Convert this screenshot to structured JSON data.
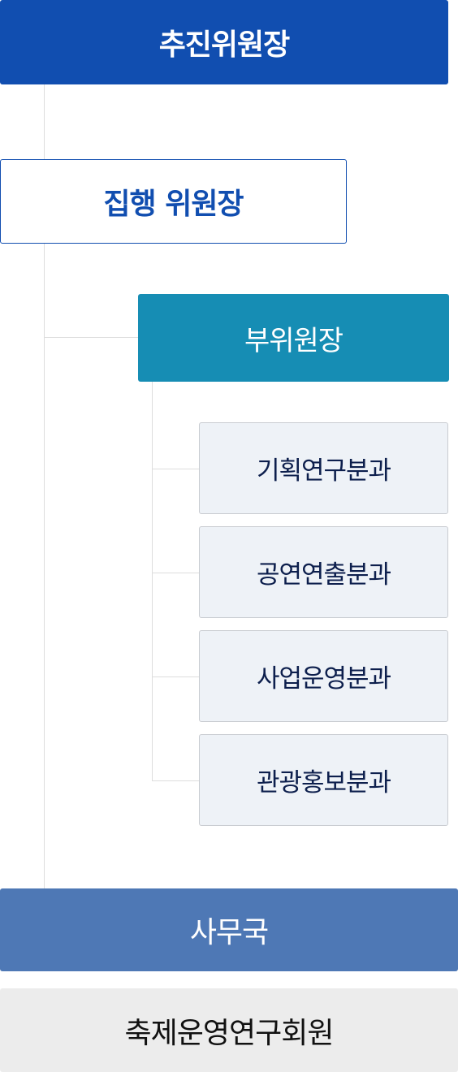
{
  "org": {
    "chairman": "추진위원장",
    "executive_chairman": "집행 위원장",
    "vice_chairman": "부위원장",
    "subcommittees": [
      "기획연구분과",
      "공연연출분과",
      "사업운영분과",
      "관광홍보분과"
    ],
    "secretariat": "사무국",
    "research_organization": "축제운영연구회원"
  },
  "colors": {
    "chairman_bg": "#114eb0",
    "executive_border": "#114eb0",
    "vice_chairman_bg": "#168db4",
    "subcommittee_bg": "#eef2f7",
    "secretariat_bg": "#4e78b5",
    "research_bg": "#ececec",
    "connector": "#dddddd"
  }
}
